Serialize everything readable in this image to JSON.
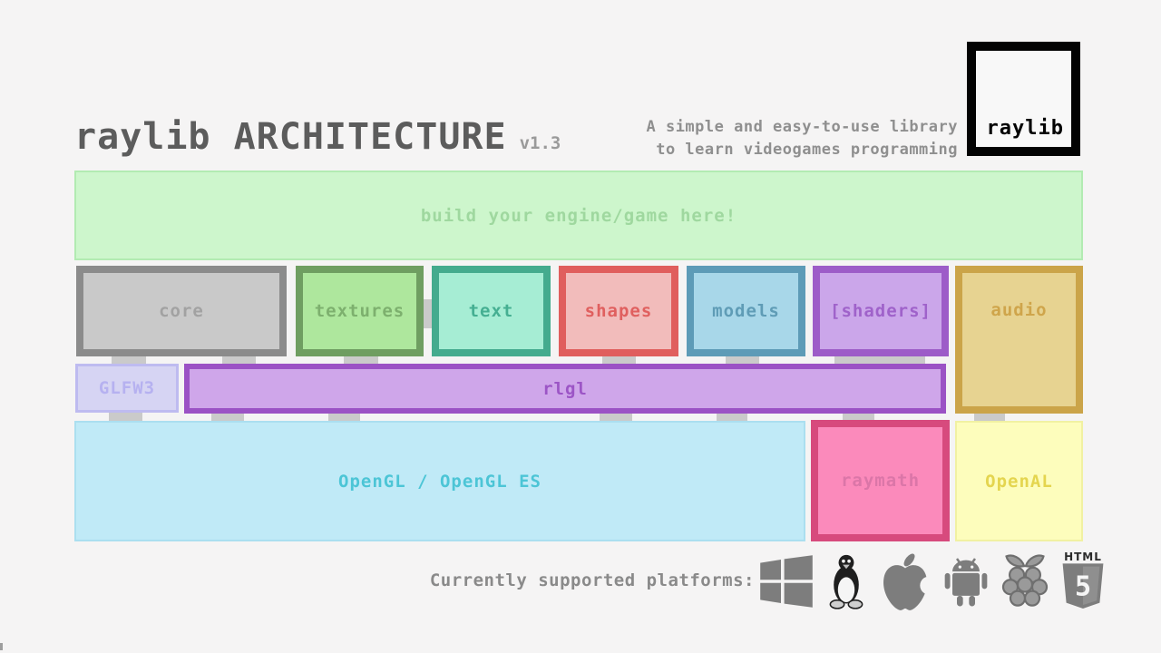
{
  "header": {
    "title": "raylib ARCHITECTURE",
    "version": "v1.3",
    "tagline_line1": "A simple and easy-to-use library",
    "tagline_line2": "to learn videogames programming",
    "logo_label": "raylib"
  },
  "engine": {
    "label": "build your engine/game here!",
    "fill_color": "#cdf6cc",
    "border_color": "#b2ebb2",
    "text_color": "#9fd89f"
  },
  "modules": [
    {
      "label": "core",
      "border_color": "#8b8b8b",
      "fill_color": "#c9c9c9",
      "text_color": "#a2a2a2"
    },
    {
      "label": "textures",
      "border_color": "#6f9e61",
      "fill_color": "#aee79d",
      "text_color": "#7db06e"
    },
    {
      "label": "text",
      "border_color": "#44ab8e",
      "fill_color": "#a6edd4",
      "text_color": "#45af92"
    },
    {
      "label": "shapes",
      "border_color": "#e05e5d",
      "fill_color": "#f2bcbb",
      "text_color": "#e0605f"
    },
    {
      "label": "models",
      "border_color": "#5d9bb7",
      "fill_color": "#a8d7e9",
      "text_color": "#5f9cb6"
    },
    {
      "label": "[shaders]",
      "border_color": "#9d5cc8",
      "fill_color": "#cba6ea",
      "text_color": "#9f62ca"
    },
    {
      "label": "audio",
      "border_color": "#cba449",
      "fill_color": "#e7d391",
      "text_color": "#cfa54b"
    }
  ],
  "middle": {
    "glfw3": {
      "label": "GLFW3",
      "border_color": "#bebbf0",
      "fill_color": "#d6d4f3",
      "text_color": "#b6b1f0"
    },
    "rlgl": {
      "label": "rlgl",
      "border_color": "#9b52c5",
      "fill_color": "#cfa6ea",
      "text_color": "#9c55c6"
    }
  },
  "bottom": {
    "opengl": {
      "label": "OpenGL / OpenGL ES",
      "border_color": "#abdff0",
      "fill_color": "#c0eaf7",
      "text_color": "#4cc5d6"
    },
    "raymath": {
      "label": "raymath",
      "border_color": "#d74a7d",
      "fill_color": "#fb8abb",
      "text_color": "#db76a8"
    },
    "openal": {
      "label": "OpenAL",
      "border_color": "#f1f1a2",
      "fill_color": "#fdfdbc",
      "text_color": "#e4d54f"
    }
  },
  "footer": {
    "platforms_label": "Currently supported platforms:",
    "platform_icons": [
      "windows-icon",
      "linux-tux-icon",
      "apple-icon",
      "android-icon",
      "raspberry-pi-icon",
      "html5-icon"
    ],
    "html5": {
      "top_text": "HTML",
      "shield_text": "5"
    },
    "icon_color": "#7d7d7d"
  }
}
